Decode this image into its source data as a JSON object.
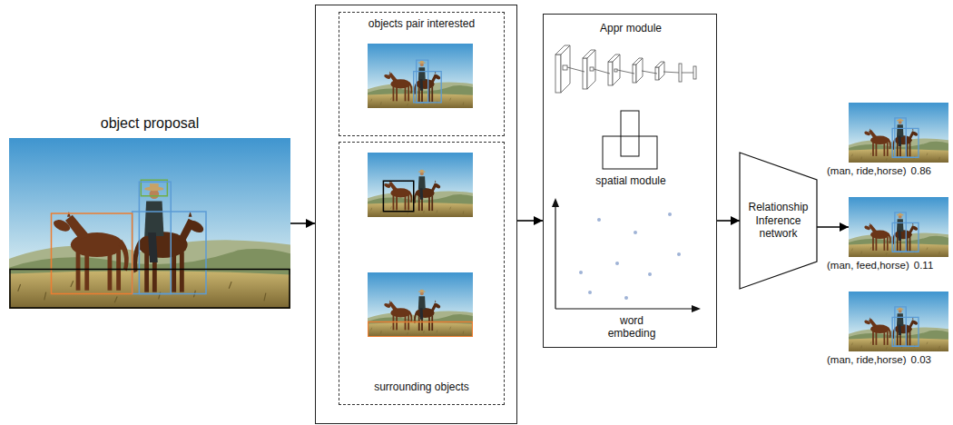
{
  "diagram": {
    "nodes": [
      {
        "text": [
          "object proposal"
        ]
      },
      {
        "text": []
      },
      {
        "text": [
          "objects pair interested"
        ],
        "in": 1
      },
      {
        "text": [
          "surrounding objects"
        ],
        "in": 1
      },
      {
        "text": [
          "Appr module",
          "spatial module",
          "word embeding"
        ]
      },
      {
        "text": [
          "Relationship Inference network"
        ]
      },
      {
        "text": [
          "(man, ride,horse)",
          "0.86"
        ]
      },
      {
        "text": [
          "(man, feed,horse)",
          "0.11"
        ]
      },
      {
        "text": [
          "(man, ride,horse)",
          "0.03"
        ]
      }
    ],
    "edges": [
      {
        "from": 0,
        "to": 1,
        "arrow": "to"
      },
      {
        "from": 1,
        "to": 4,
        "arrow": "to"
      },
      {
        "from": 4,
        "to": 5,
        "arrow": "to"
      },
      {
        "from": 5,
        "to": 7,
        "arrow": "to"
      }
    ]
  }
}
